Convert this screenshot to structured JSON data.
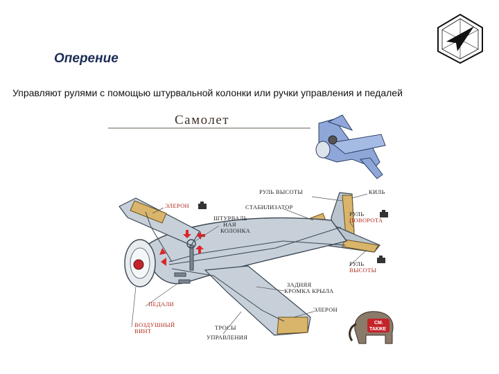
{
  "slide": {
    "title": "Оперение",
    "text": "Управляют рулями с помощью штурвальной колонки или ручки управления и педалей"
  },
  "logo": {
    "icon": "compass-arrow-icon"
  },
  "figure": {
    "heading": "Самолет",
    "labels": {
      "elevator_top": "РУЛЬ ВЫСОТЫ",
      "fin": "КИЛЬ",
      "aileron_left": "ЭЛЕРОН",
      "stabilizer": "СТАБИЛИЗАТОР",
      "control_column_1": "ШТУРВАЛЬ-",
      "control_column_2": "НАЯ",
      "control_column_3": "КОЛОНКА",
      "rudder_1": "РУЛЬ",
      "rudder_2": "ПОВОРОТА",
      "elevator_bottom_1": "РУЛЬ",
      "elevator_bottom_2": "ВЫСОТЫ",
      "trailing_edge_1": "ЗАДНЯЯ",
      "trailing_edge_2": "КРОМКА КРЫЛА",
      "aileron_right": "ЭЛЕРОН",
      "pedals": "ПЕДАЛИ",
      "propeller_1": "ВОЗДУШНЫЙ",
      "propeller_2": "ВИНТ",
      "cables_1": "ТРОСЫ",
      "cables_2": "УПРАВЛЕНИЯ"
    },
    "badge_1": "СМ.",
    "badge_2": "ТАКЖЕ",
    "colors": {
      "fuselage": "#b9c4cf",
      "control_surface": "#d9b56b",
      "arrow": "#d8262a",
      "mini_plane": "#8fa7d8"
    }
  }
}
